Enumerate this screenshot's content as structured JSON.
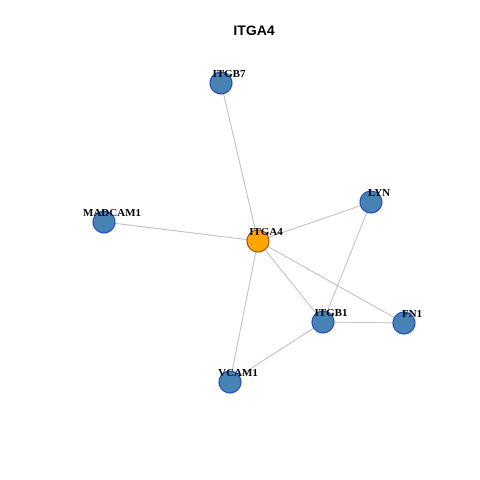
{
  "title": "ITGA4",
  "colors": {
    "background": "#ffffff",
    "edge": "#b3b3b3",
    "node_fill": "#4682b4",
    "node_stroke": "#1f3fbf",
    "center_fill": "#ffa500",
    "center_stroke": "#8b4513"
  },
  "nodes": [
    {
      "id": "ITGA4",
      "label": "ITGA4",
      "center": true
    },
    {
      "id": "ITGB7",
      "label": "ITGB7",
      "center": false
    },
    {
      "id": "MADCAM1",
      "label": "MADCAM1",
      "center": false
    },
    {
      "id": "LYN",
      "label": "LYN",
      "center": false
    },
    {
      "id": "ITGB1",
      "label": "ITGB1",
      "center": false
    },
    {
      "id": "FN1",
      "label": "FN1",
      "center": false
    },
    {
      "id": "VCAM1",
      "label": "VCAM1",
      "center": false
    }
  ],
  "edges": [
    {
      "source": "ITGA4",
      "target": "ITGB7"
    },
    {
      "source": "ITGA4",
      "target": "MADCAM1"
    },
    {
      "source": "ITGA4",
      "target": "LYN"
    },
    {
      "source": "ITGA4",
      "target": "ITGB1"
    },
    {
      "source": "ITGA4",
      "target": "FN1"
    },
    {
      "source": "ITGA4",
      "target": "VCAM1"
    },
    {
      "source": "LYN",
      "target": "ITGB1"
    },
    {
      "source": "ITGB1",
      "target": "FN1"
    },
    {
      "source": "ITGB1",
      "target": "VCAM1"
    }
  ]
}
